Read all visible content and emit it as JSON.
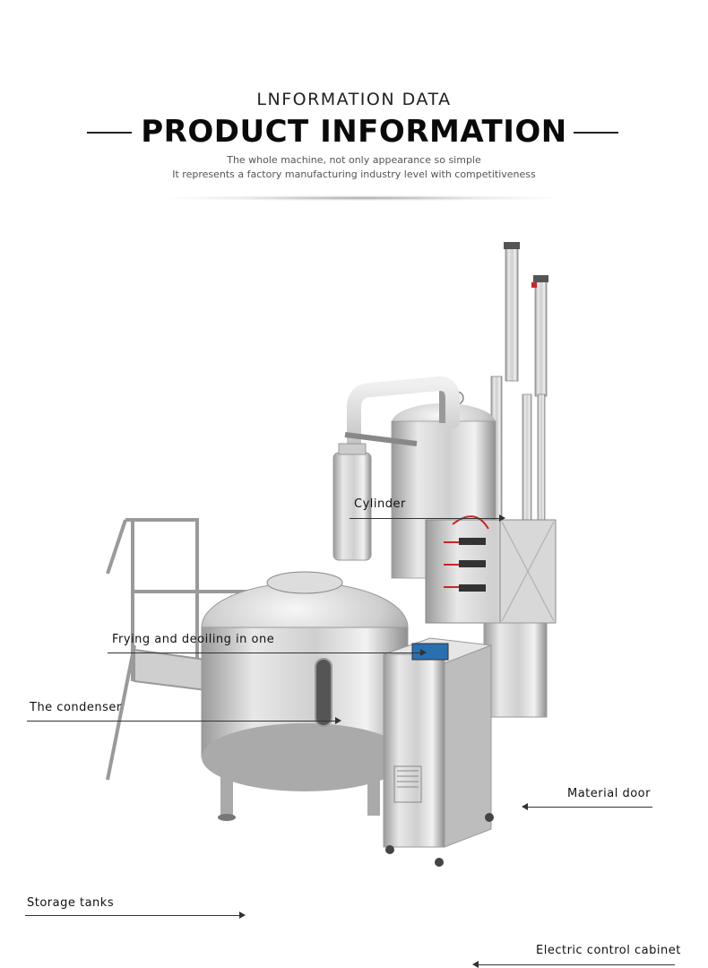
{
  "header": {
    "sub_title": "LNFORMATION  DATA",
    "main_title": "PRODUCT INFORMATION",
    "desc_line1": "The whole machine, not only appearance so simple",
    "desc_line2": "It represents a factory manufacturing industry level with competitiveness"
  },
  "labels": {
    "cylinder": "Cylinder",
    "frying": "Frying and deoiling in one",
    "condenser": "The condenser",
    "material_door": "Material door",
    "storage_tanks": "Storage tanks",
    "control_cabinet": "Electric control cabinet"
  },
  "colors": {
    "steel_light": "#eeeeee",
    "steel_mid": "#c8c8c8",
    "steel_dark": "#8a8a8a",
    "wire_red": "#c62828"
  }
}
